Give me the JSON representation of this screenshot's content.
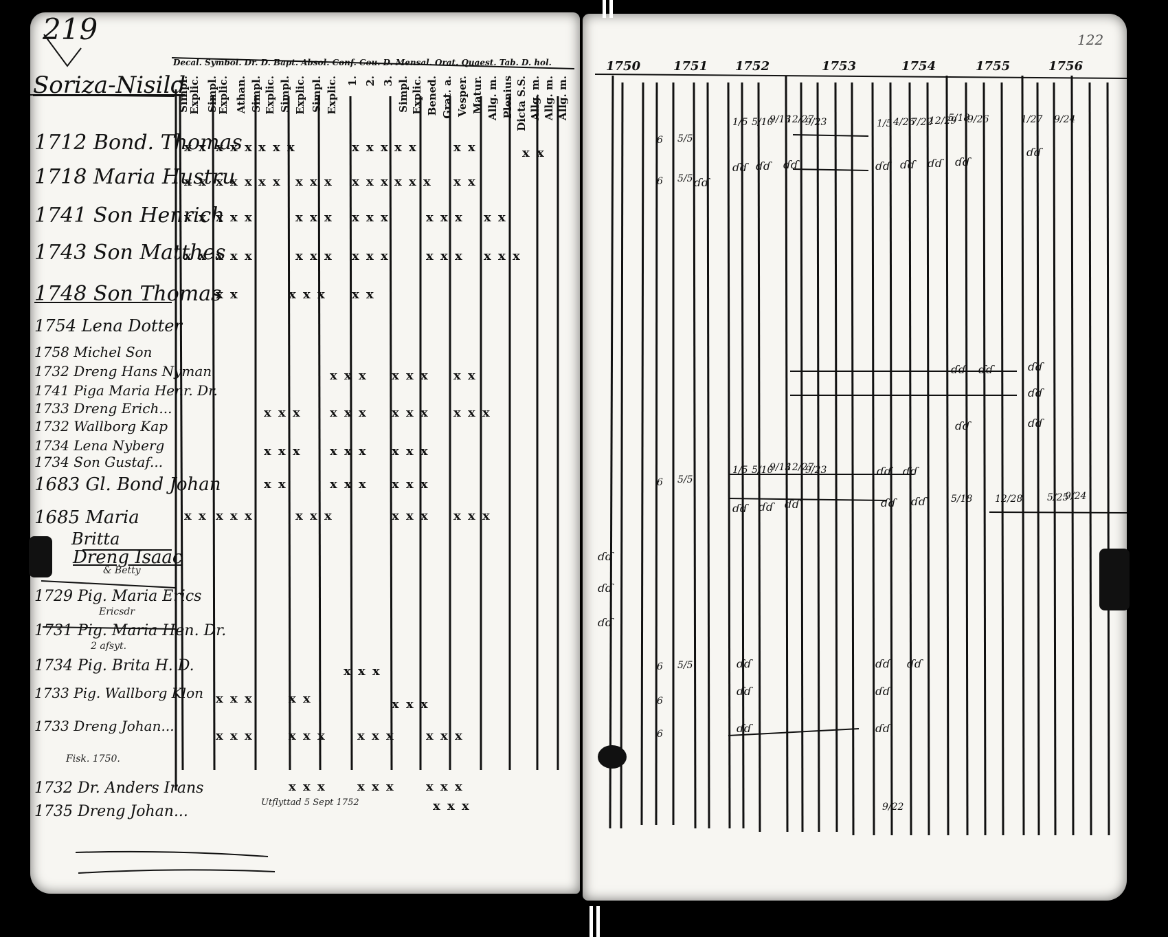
{
  "folio_left": "219",
  "folio_right": "122",
  "village": "Soriza-Nisild",
  "header_row": "Decal. Symbol. Dr. D. Bapt. Absol. Conf. Cou. D. Mensal. Orat. Quaest. Tab. D. hol.",
  "columns": [
    "Simpl.",
    "Explic.",
    "Simpl.",
    "Explic.",
    "Athan.",
    "Simpl.",
    "Explic.",
    "Simpl.",
    "Explic.",
    "Simpl.",
    "Explic.",
    "1.",
    "2.",
    "3.",
    "Simpl.",
    "Explic.",
    "Bened.",
    "Grat. a.",
    "Vesper.",
    "Matur.",
    "Allg. m.",
    "Plenius",
    "Dicta S.S.",
    "Allg. m.",
    "Allg. m.",
    "Allg. m."
  ],
  "years": [
    "1750",
    "1751",
    "1752",
    "1753",
    "1754",
    "1755",
    "1756"
  ],
  "persons": [
    {
      "year": "1712",
      "label": "Bond. Thomas"
    },
    {
      "year": "1718",
      "label": "Maria Hustru"
    },
    {
      "year": "1741",
      "label": "Son Henrich"
    },
    {
      "year": "1743",
      "label": "Son Matthes"
    },
    {
      "year": "1748",
      "label": "Son Thomas"
    },
    {
      "year": "1754",
      "label": "Lena Dotter"
    },
    {
      "year": "1758",
      "label": "Michel Son"
    },
    {
      "year": "1732",
      "label": "Dreng Hans Nyman"
    },
    {
      "year": "1741",
      "label": "Piga Maria Henr. Dr."
    },
    {
      "year": "1733",
      "label": "Dreng Erich..."
    },
    {
      "year": "1732",
      "label": "Wallborg Kap"
    },
    {
      "year": "1734",
      "label": "Lena Nyberg"
    },
    {
      "year": "1734",
      "label": "Son Gustaf..."
    },
    {
      "year": "1683",
      "label": "Gl. Bond Johan"
    },
    {
      "year": "1685",
      "label": "Maria"
    },
    {
      "year": "",
      "label": "Britta"
    },
    {
      "year": "",
      "label": "Dreng Isaac"
    },
    {
      "year": "1729",
      "label": "Pig. Maria Erics"
    },
    {
      "year": "1731",
      "label": "Pig. Maria Hen. Dr."
    },
    {
      "year": "1734",
      "label": "Pig. Brita H. D."
    },
    {
      "year": "1733",
      "label": "Pig. Wallborg Klon"
    },
    {
      "year": "1733",
      "label": "Dreng Johan..."
    },
    {
      "year": "1732",
      "label": "Dr. Anders Irans"
    },
    {
      "year": "1735",
      "label": "Dreng Johan..."
    }
  ],
  "notes": {
    "erichsdr": "Ericsdr",
    "asfyt": "2 afsyt.",
    "fiskare": "Fisk. 1750.",
    "moved": "Utflyttad 5 Sept 1752",
    "betty": "& Betty"
  },
  "marks": {
    "xx": "x x",
    "xxx": "x x x",
    "dd": "ɗɗ",
    "frac_1_5": "1/5",
    "frac_5_10": "5/10",
    "frac_9_13": "9/13",
    "frac_12_27": "12/27",
    "frac_9_23": "9/23",
    "frac_4_26": "4/26",
    "frac_7_22": "7/22",
    "frac_12_29": "12/29",
    "frac_5_18": "5/18",
    "frac_9_26": "9/26",
    "frac_1_27": "1/27",
    "frac_9_24": "9/24",
    "frac_6": "6",
    "frac_55": "5/5",
    "frac_9_22": "9/22",
    "frac_12_28": "12/28",
    "frac_5_25": "5/25"
  }
}
